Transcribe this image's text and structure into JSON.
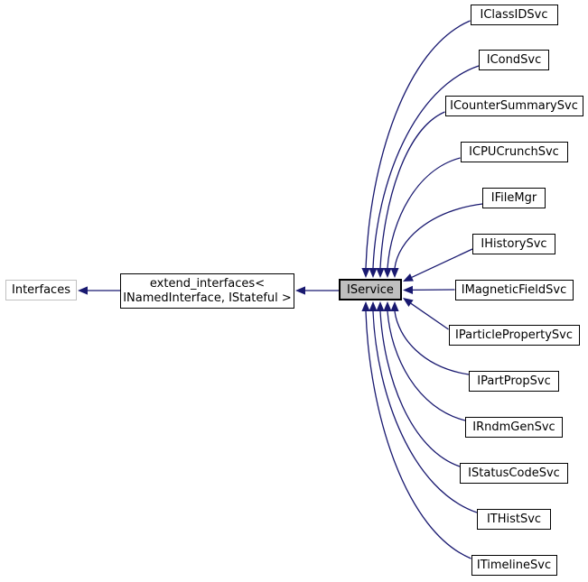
{
  "colors": {
    "background": "#ffffff",
    "edge": "#191970",
    "border": "#000000",
    "border_muted": "#c0c0c0",
    "center_fill": "#bfbfbf",
    "fill": "#ffffff",
    "text": "#000000"
  },
  "nodes": {
    "base": {
      "label": "Interfaces"
    },
    "intermediate": {
      "lines": [
        "extend_interfaces<",
        "INamedInterface, IStateful >"
      ]
    },
    "center": {
      "label": "IService"
    },
    "derived": [
      {
        "label": "IClassIDSvc"
      },
      {
        "label": "ICondSvc"
      },
      {
        "label": "ICounterSummarySvc"
      },
      {
        "label": "ICPUCrunchSvc"
      },
      {
        "label": "IFileMgr"
      },
      {
        "label": "IHistorySvc"
      },
      {
        "label": "IMagneticFieldSvc"
      },
      {
        "label": "IParticlePropertySvc"
      },
      {
        "label": "IPartPropSvc"
      },
      {
        "label": "IRndmGenSvc"
      },
      {
        "label": "IStatusCodeSvc"
      },
      {
        "label": "ITHistSvc"
      },
      {
        "label": "ITimelineSvc"
      }
    ]
  }
}
